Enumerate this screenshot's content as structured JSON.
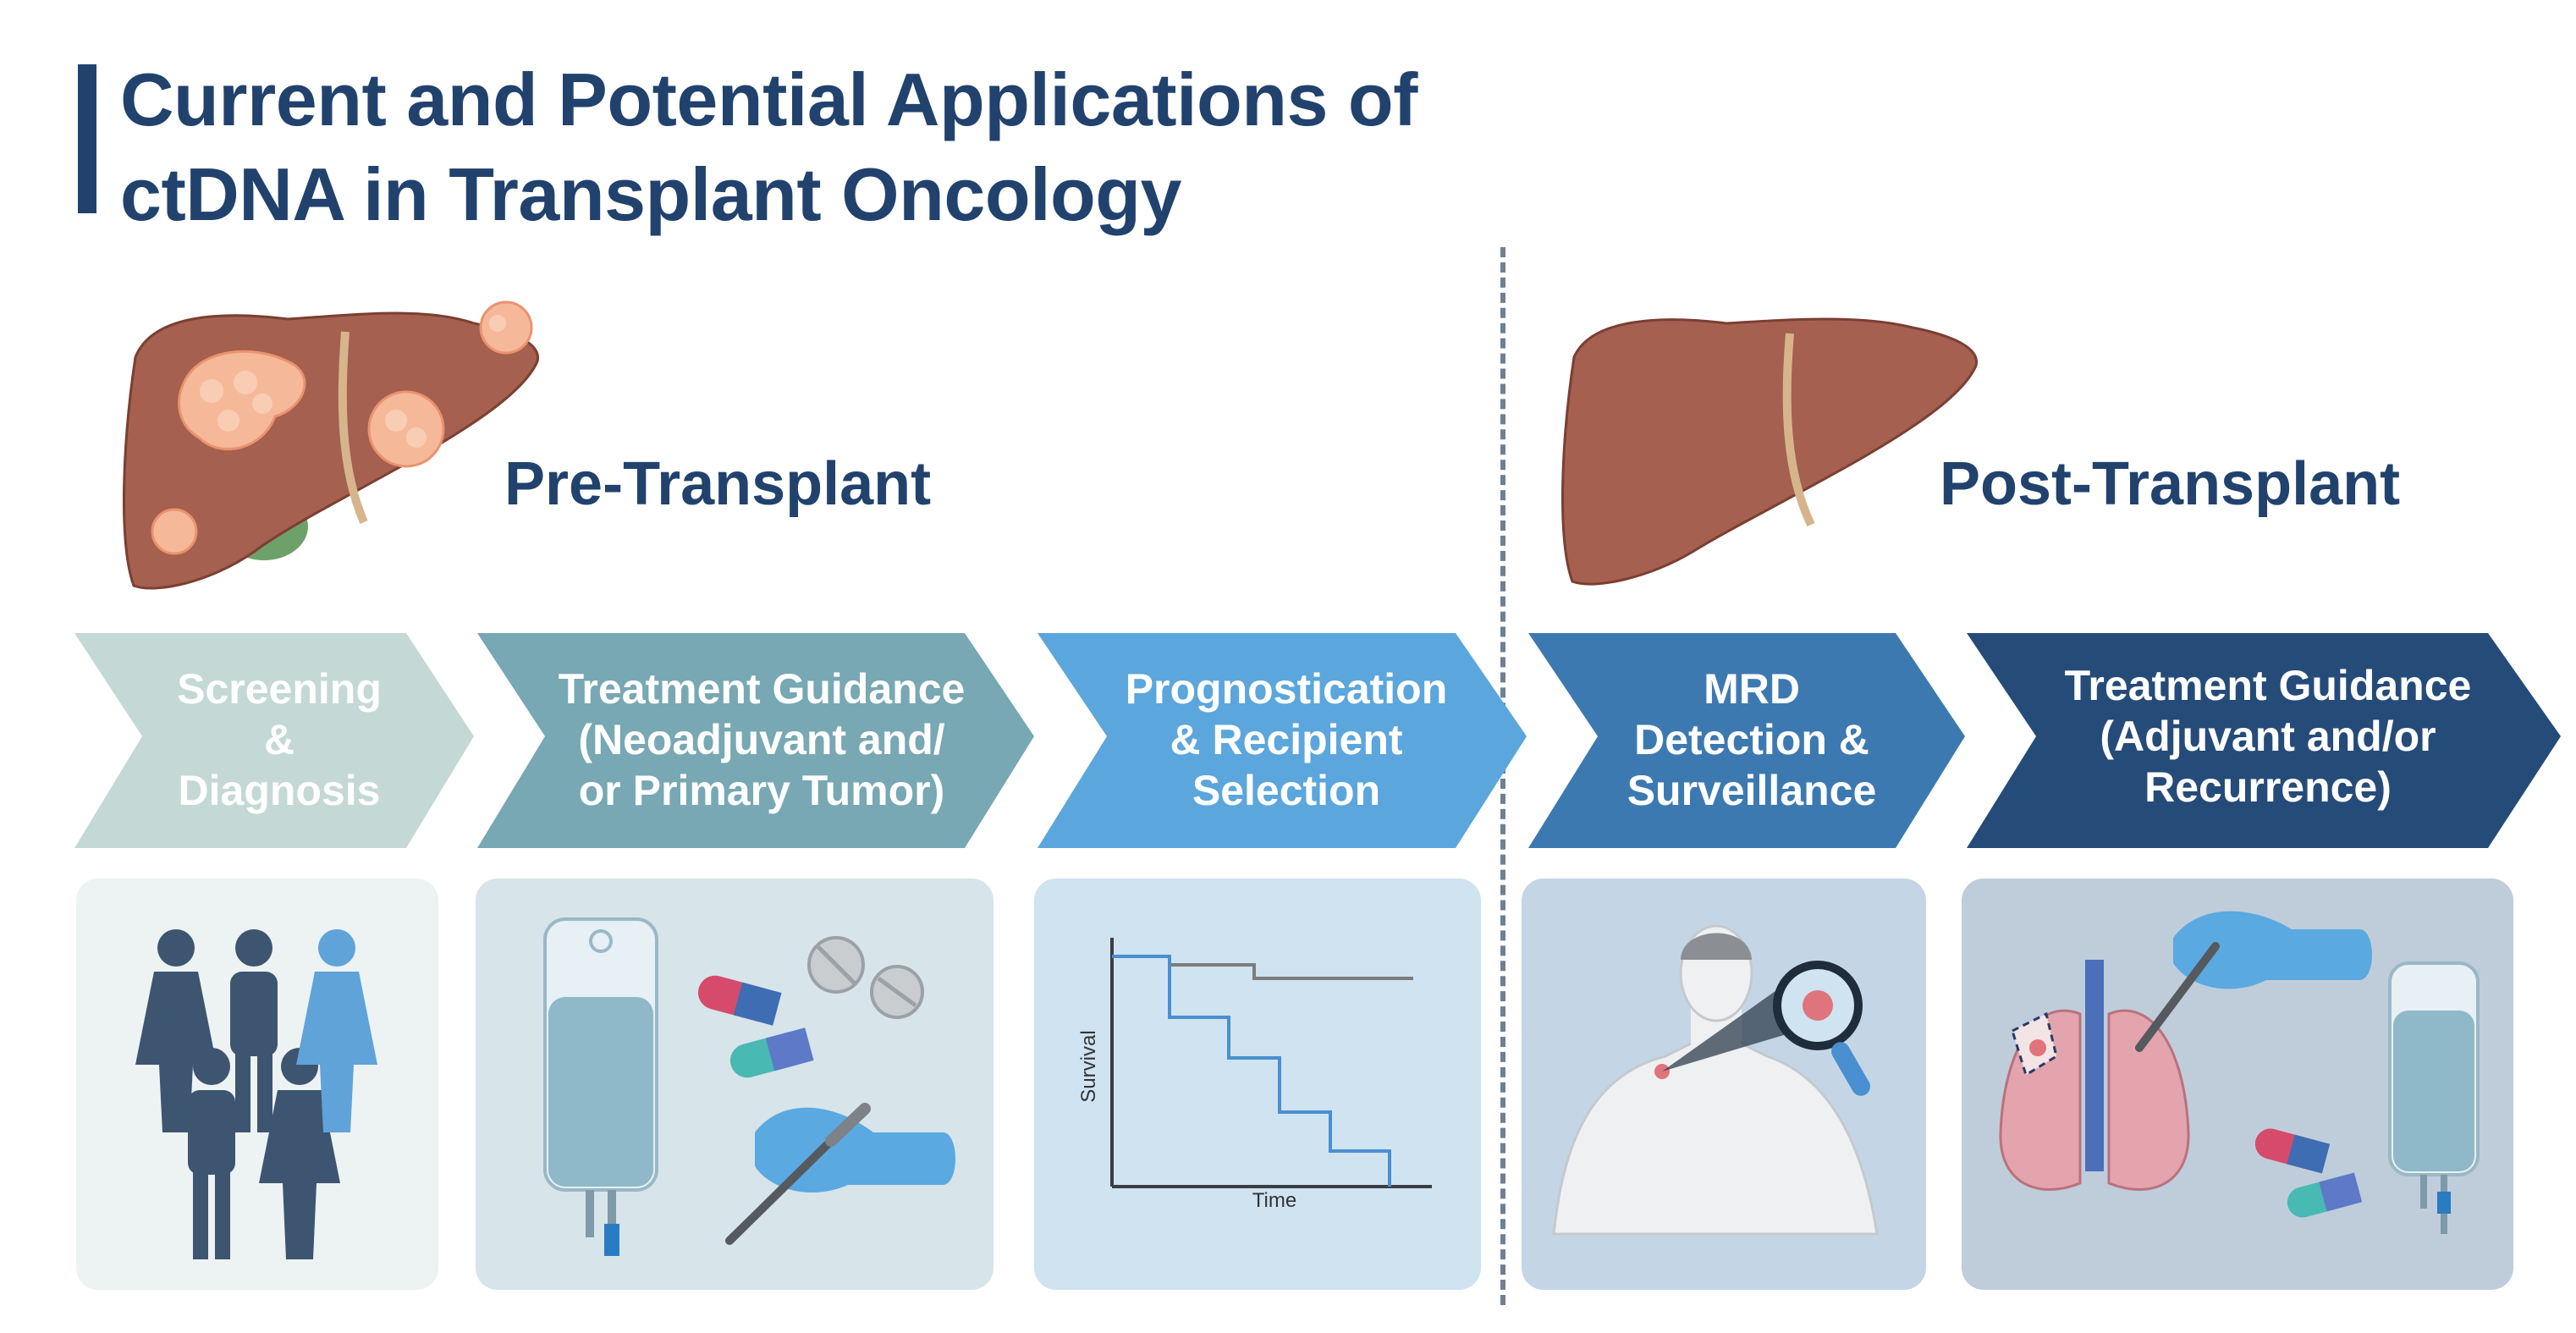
{
  "title": {
    "line1": "Current and Potential Applications of",
    "line2": "ctDNA in Transplant Oncology"
  },
  "phases": {
    "pre": "Pre-Transplant",
    "post": "Post-Transplant"
  },
  "steps": [
    {
      "label": "Screening\n&\nDiagnosis",
      "color": "#c4d9d5"
    },
    {
      "label": "Treatment Guidance\n(Neoadjuvant and/\nor Primary Tumor)",
      "color": "#77a8b3"
    },
    {
      "label": "Prognostication\n& Recipient\nSelection",
      "color": "#5ba6dc"
    },
    {
      "label": "MRD\nDetection &\nSurveillance",
      "color": "#3d79b1"
    },
    {
      "label": "Treatment Guidance\n(Adjuvant and/or\nRecurrence)",
      "color": "#254b79"
    }
  ],
  "panel_colors": [
    "#edf2f3",
    "#d7e4ea",
    "#cfe3f1",
    "#c4d6e6",
    "#bfcddb"
  ],
  "icons": {
    "panel1": [
      "people-group-icon"
    ],
    "panel2": [
      "iv-bag-icon",
      "capsule-icon",
      "tablet-icon",
      "scalpel-hand-icon"
    ],
    "panel3": [
      "survival-curve-icon"
    ],
    "panel4": [
      "patient-torso-icon",
      "magnifier-icon"
    ],
    "panel5": [
      "lungs-icon",
      "scalpel-hand-icon",
      "iv-bag-icon",
      "capsule-icon"
    ]
  },
  "survival_chart": {
    "xlabel": "Time",
    "ylabel": "Survival",
    "colors": {
      "reference": "#7d7d7d",
      "cohort": "#4a8fd0"
    }
  }
}
